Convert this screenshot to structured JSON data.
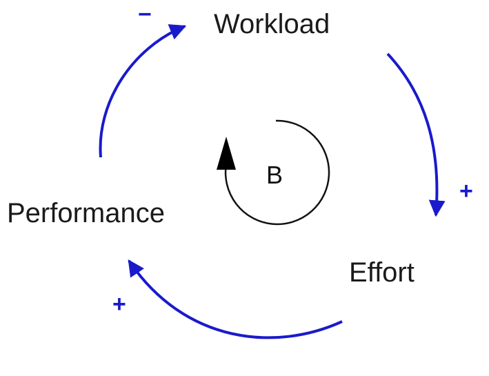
{
  "colors": {
    "link": "#1a1acc",
    "polarity": "#1a1acc",
    "loop": "#111111",
    "text": "#1a1a1a"
  },
  "nodes": {
    "workload": "Workload",
    "effort": "Effort",
    "performance": "Performance"
  },
  "links": [
    {
      "from": "Workload",
      "to": "Effort",
      "polarity": "+"
    },
    {
      "from": "Effort",
      "to": "Performance",
      "polarity": "+"
    },
    {
      "from": "Performance",
      "to": "Workload",
      "polarity": "−"
    }
  ],
  "loop": {
    "label": "B"
  }
}
